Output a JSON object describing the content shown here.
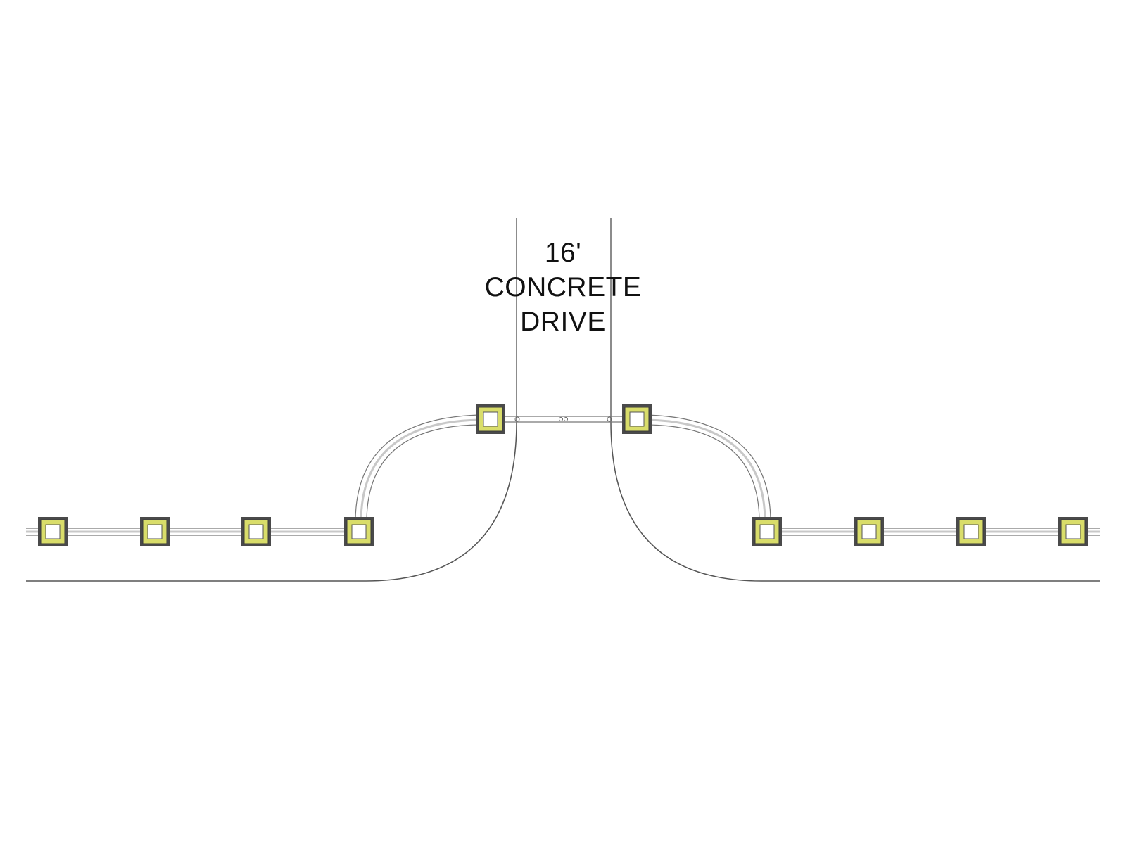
{
  "drive_label": {
    "width": "16'",
    "material": "CONCRETE",
    "type": "DRIVE"
  },
  "colors": {
    "background": "#ffffff",
    "line": "#555555",
    "post_frame": "#4a4a4a",
    "post_fill": "#d9dd6a",
    "post_core": "#ffffff",
    "rail": "#8a8a8a"
  },
  "counts": {
    "left_posts": 5,
    "right_posts": 5
  }
}
